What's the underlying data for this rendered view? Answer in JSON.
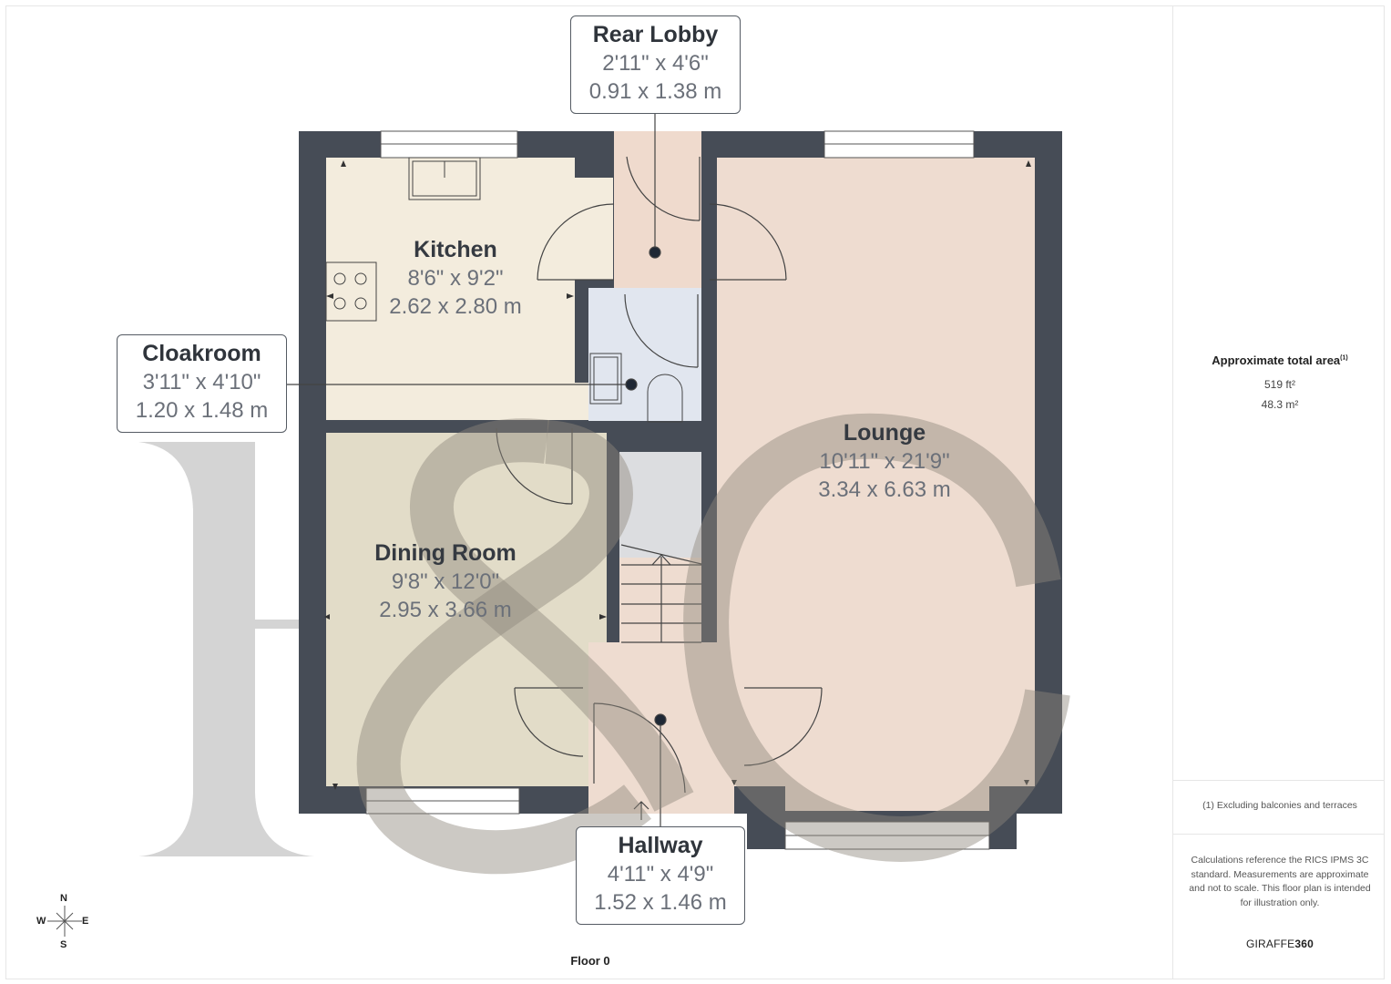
{
  "floor": {
    "label": "Floor 0"
  },
  "rooms": [
    {
      "id": "rear-lobby",
      "name": "Rear Lobby",
      "imperial": "2'11\" x 4'6\"",
      "metric": "0.91 x 1.38 m",
      "callout": true
    },
    {
      "id": "kitchen",
      "name": "Kitchen",
      "imperial": "8'6\" x 9'2\"",
      "metric": "2.62 x 2.80 m",
      "callout": false
    },
    {
      "id": "cloakroom",
      "name": "Cloakroom",
      "imperial": "3'11\" x 4'10\"",
      "metric": "1.20 x 1.48 m",
      "callout": true
    },
    {
      "id": "dining-room",
      "name": "Dining Room",
      "imperial": "9'8\" x 12'0\"",
      "metric": "2.95 x 3.66 m",
      "callout": false
    },
    {
      "id": "lounge",
      "name": "Lounge",
      "imperial": "10'11\" x 21'9\"",
      "metric": "3.34 x 6.63 m",
      "callout": false
    },
    {
      "id": "hallway",
      "name": "Hallway",
      "imperial": "4'11\" x 4'9\"",
      "metric": "1.52 x 1.46 m",
      "callout": true
    }
  ],
  "summary": {
    "title": "Approximate total area",
    "footnote_marker": "(1)",
    "area_ft": "519 ft²",
    "area_m": "48.3 m²",
    "footnote": "(1) Excluding balconies and terraces",
    "disclaimer": "Calculations reference the RICS IPMS 3C standard. Measurements are approximate and not to scale. This floor plan is intended for illustration only.",
    "brand_prefix": "GIRAFFE",
    "brand_suffix": "360"
  },
  "compass": {
    "n": "N",
    "s": "S",
    "e": "E",
    "w": "W"
  },
  "watermark": {
    "text": "F&C"
  },
  "colors": {
    "wall": "#464c56",
    "kitchen": "#f3ecdd",
    "dining": "#e2dcc8",
    "lounge": "#eedcd0",
    "hallway": "#eedcd0",
    "rear_lobby": "#efdacd",
    "cloakroom": "#e1e6ef",
    "cupboard": "#dcdde0",
    "watermark": "#a9a6a0"
  }
}
